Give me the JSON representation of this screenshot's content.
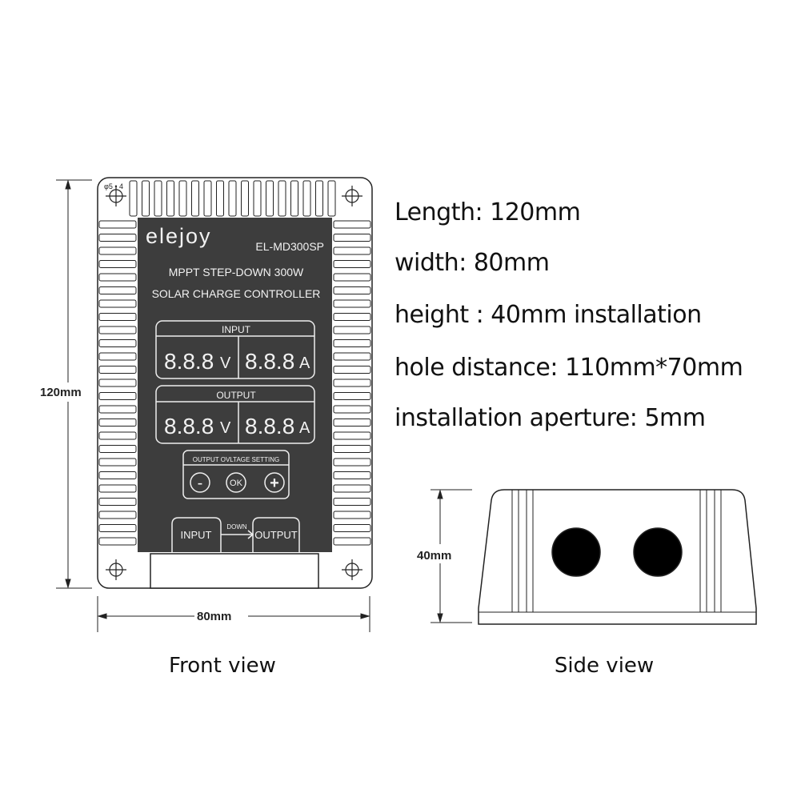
{
  "front_view": {
    "caption": "Front view",
    "dim_height": "120mm",
    "dim_width": "80mm",
    "hole_mark": "φ5 • 4",
    "device": {
      "brand": "elejoy",
      "model": "EL-MD300SP",
      "line1": "MPPT  STEP-DOWN  300W",
      "line2": "SOLAR CHARGE CONTROLLER",
      "input_label": "INPUT",
      "output_label": "OUTPUT",
      "digits": "8.8.8",
      "volt_unit": "V",
      "amp_unit": "A",
      "setting_label": "OUTPUT OVLTAGE SETTING",
      "minus": "-",
      "ok": "OK",
      "plus": "+",
      "terminal_in": "INPUT",
      "terminal_out": "OUTPUT",
      "down": "DOWN"
    },
    "panel_color": "#3d3d3d"
  },
  "side_view": {
    "caption": "Side view",
    "dim_height": "40mm"
  },
  "specs": [
    "Length: 120mm",
    "width: 80mm",
    "height : 40mm installation",
    "hole distance: 110mm*70mm",
    "installation aperture: 5mm"
  ]
}
